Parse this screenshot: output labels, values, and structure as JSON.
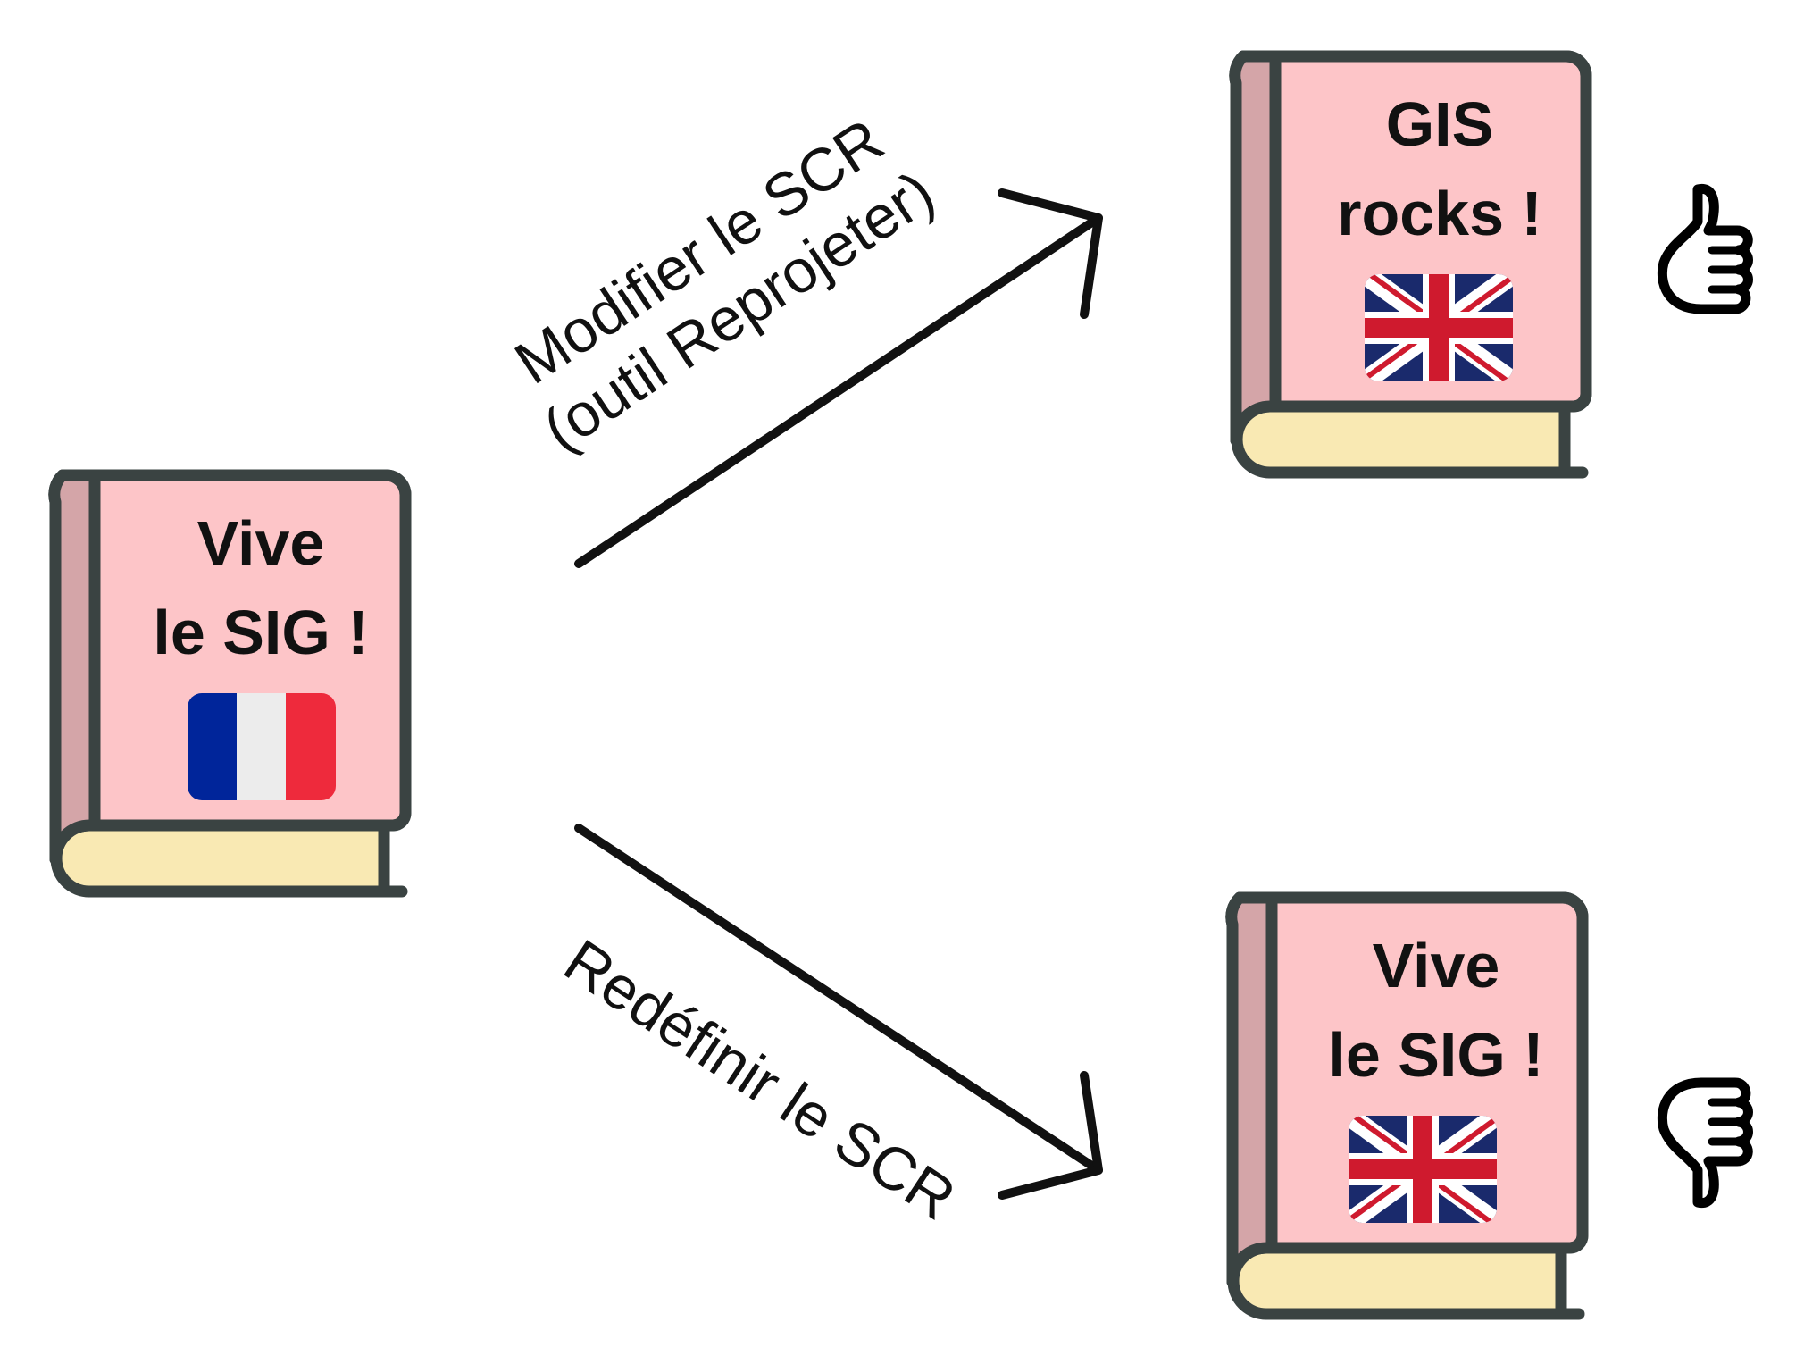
{
  "source_book": {
    "title_line1": "Vive",
    "title_line2": "le SIG !",
    "flag": "france-flag"
  },
  "reproject_path": {
    "label_line1": "Modifier le SCR",
    "label_line2": "(outil Reprojeter)",
    "result_book": {
      "title_line1": "GIS",
      "title_line2": "rocks !",
      "flag": "uk-flag"
    },
    "verdict_icon": "thumbs-up-icon"
  },
  "redefine_path": {
    "label": "Redéfinir le SCR",
    "result_book": {
      "title_line1": "Vive",
      "title_line2": "le SIG !",
      "flag": "uk-flag"
    },
    "verdict_icon": "thumbs-down-icon"
  },
  "colors": {
    "cover": "#fdc5c8",
    "spine": "#d4a5a8",
    "pages": "#f9e9b3",
    "outline": "#3a4342",
    "arrow": "#111111",
    "fr_blue": "#00259a",
    "fr_white": "#ececec",
    "fr_red": "#ee2a3c",
    "uk_blue": "#1a2a6c",
    "uk_red": "#cf1a2e"
  }
}
